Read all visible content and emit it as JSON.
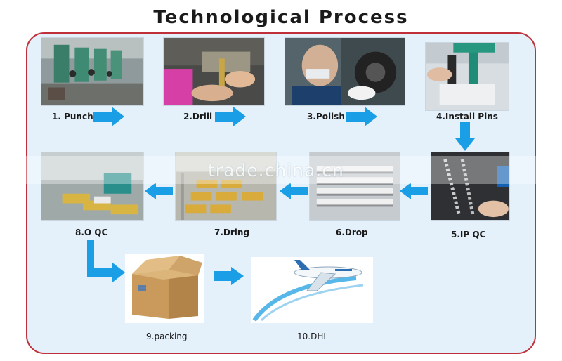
{
  "title": "Technological Process",
  "watermark": "trade.china.cn",
  "steps": [
    {
      "label": "1. Punch"
    },
    {
      "label": "2.Drill"
    },
    {
      "label": "3.Polish"
    },
    {
      "label": "4.Install Pins"
    },
    {
      "label": "5.IP  QC"
    },
    {
      "label": "6.Drop"
    },
    {
      "label": "7.Dring"
    },
    {
      "label": "8.O  QC"
    },
    {
      "label": "9.packing"
    },
    {
      "label": "10.DHL"
    }
  ],
  "colors": {
    "frame_border": "#c0303a",
    "frame_fill": "#e4f1fa",
    "arrow": "#1a9ee6"
  }
}
